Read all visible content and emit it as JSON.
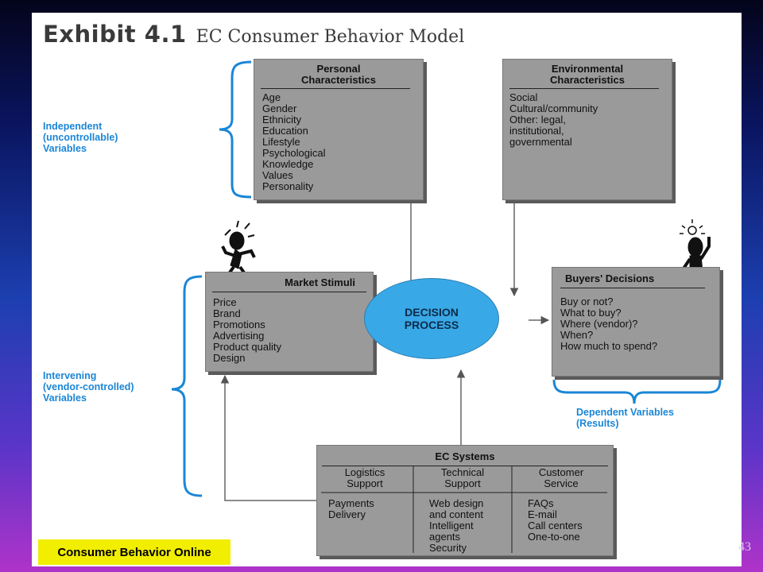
{
  "exhibit": {
    "number": "Exhibit 4.1",
    "title": "EC Consumer Behavior Model"
  },
  "personal": {
    "title": "Personal Characteristics",
    "items": [
      "Age",
      "Gender",
      "Ethnicity",
      "Education",
      "Lifestyle",
      "Psychological",
      "Knowledge",
      "Values",
      "Personality"
    ]
  },
  "environmental": {
    "title": "Environmental Characteristics",
    "items": [
      "Social",
      "Cultural/community",
      "Other: legal,",
      "institutional,",
      "governmental"
    ]
  },
  "market": {
    "title": "Market Stimuli",
    "items": [
      "Price",
      "Brand",
      "Promotions",
      "Advertising",
      "Product quality",
      "Design"
    ]
  },
  "decision": {
    "label": "DECISION PROCESS"
  },
  "buyers": {
    "title": "Buyers' Decisions",
    "items": [
      "Buy or not?",
      "What to buy?",
      "Where (vendor)?",
      "When?",
      "How much to spend?"
    ]
  },
  "ec_systems": {
    "title": "EC Systems",
    "columns": [
      {
        "head": "Logistics\nSupport",
        "items": [
          "Payments",
          "Delivery"
        ]
      },
      {
        "head": "Technical\nSupport",
        "items": [
          "Web design\n  and content",
          "Intelligent\n  agents",
          "Security"
        ]
      },
      {
        "head": "Customer\nService",
        "items": [
          "FAQs",
          "E-mail",
          "Call centers",
          "One-to-one"
        ]
      }
    ]
  },
  "labels": {
    "independent": "Independent\n(uncontrollable)\nVariables",
    "intervening": "Intervening\n(vendor-controlled)\nVariables",
    "dependent": "Dependent Variables\n(Results)"
  },
  "footer": {
    "tag": "Consumer Behavior Online",
    "page": "43"
  }
}
